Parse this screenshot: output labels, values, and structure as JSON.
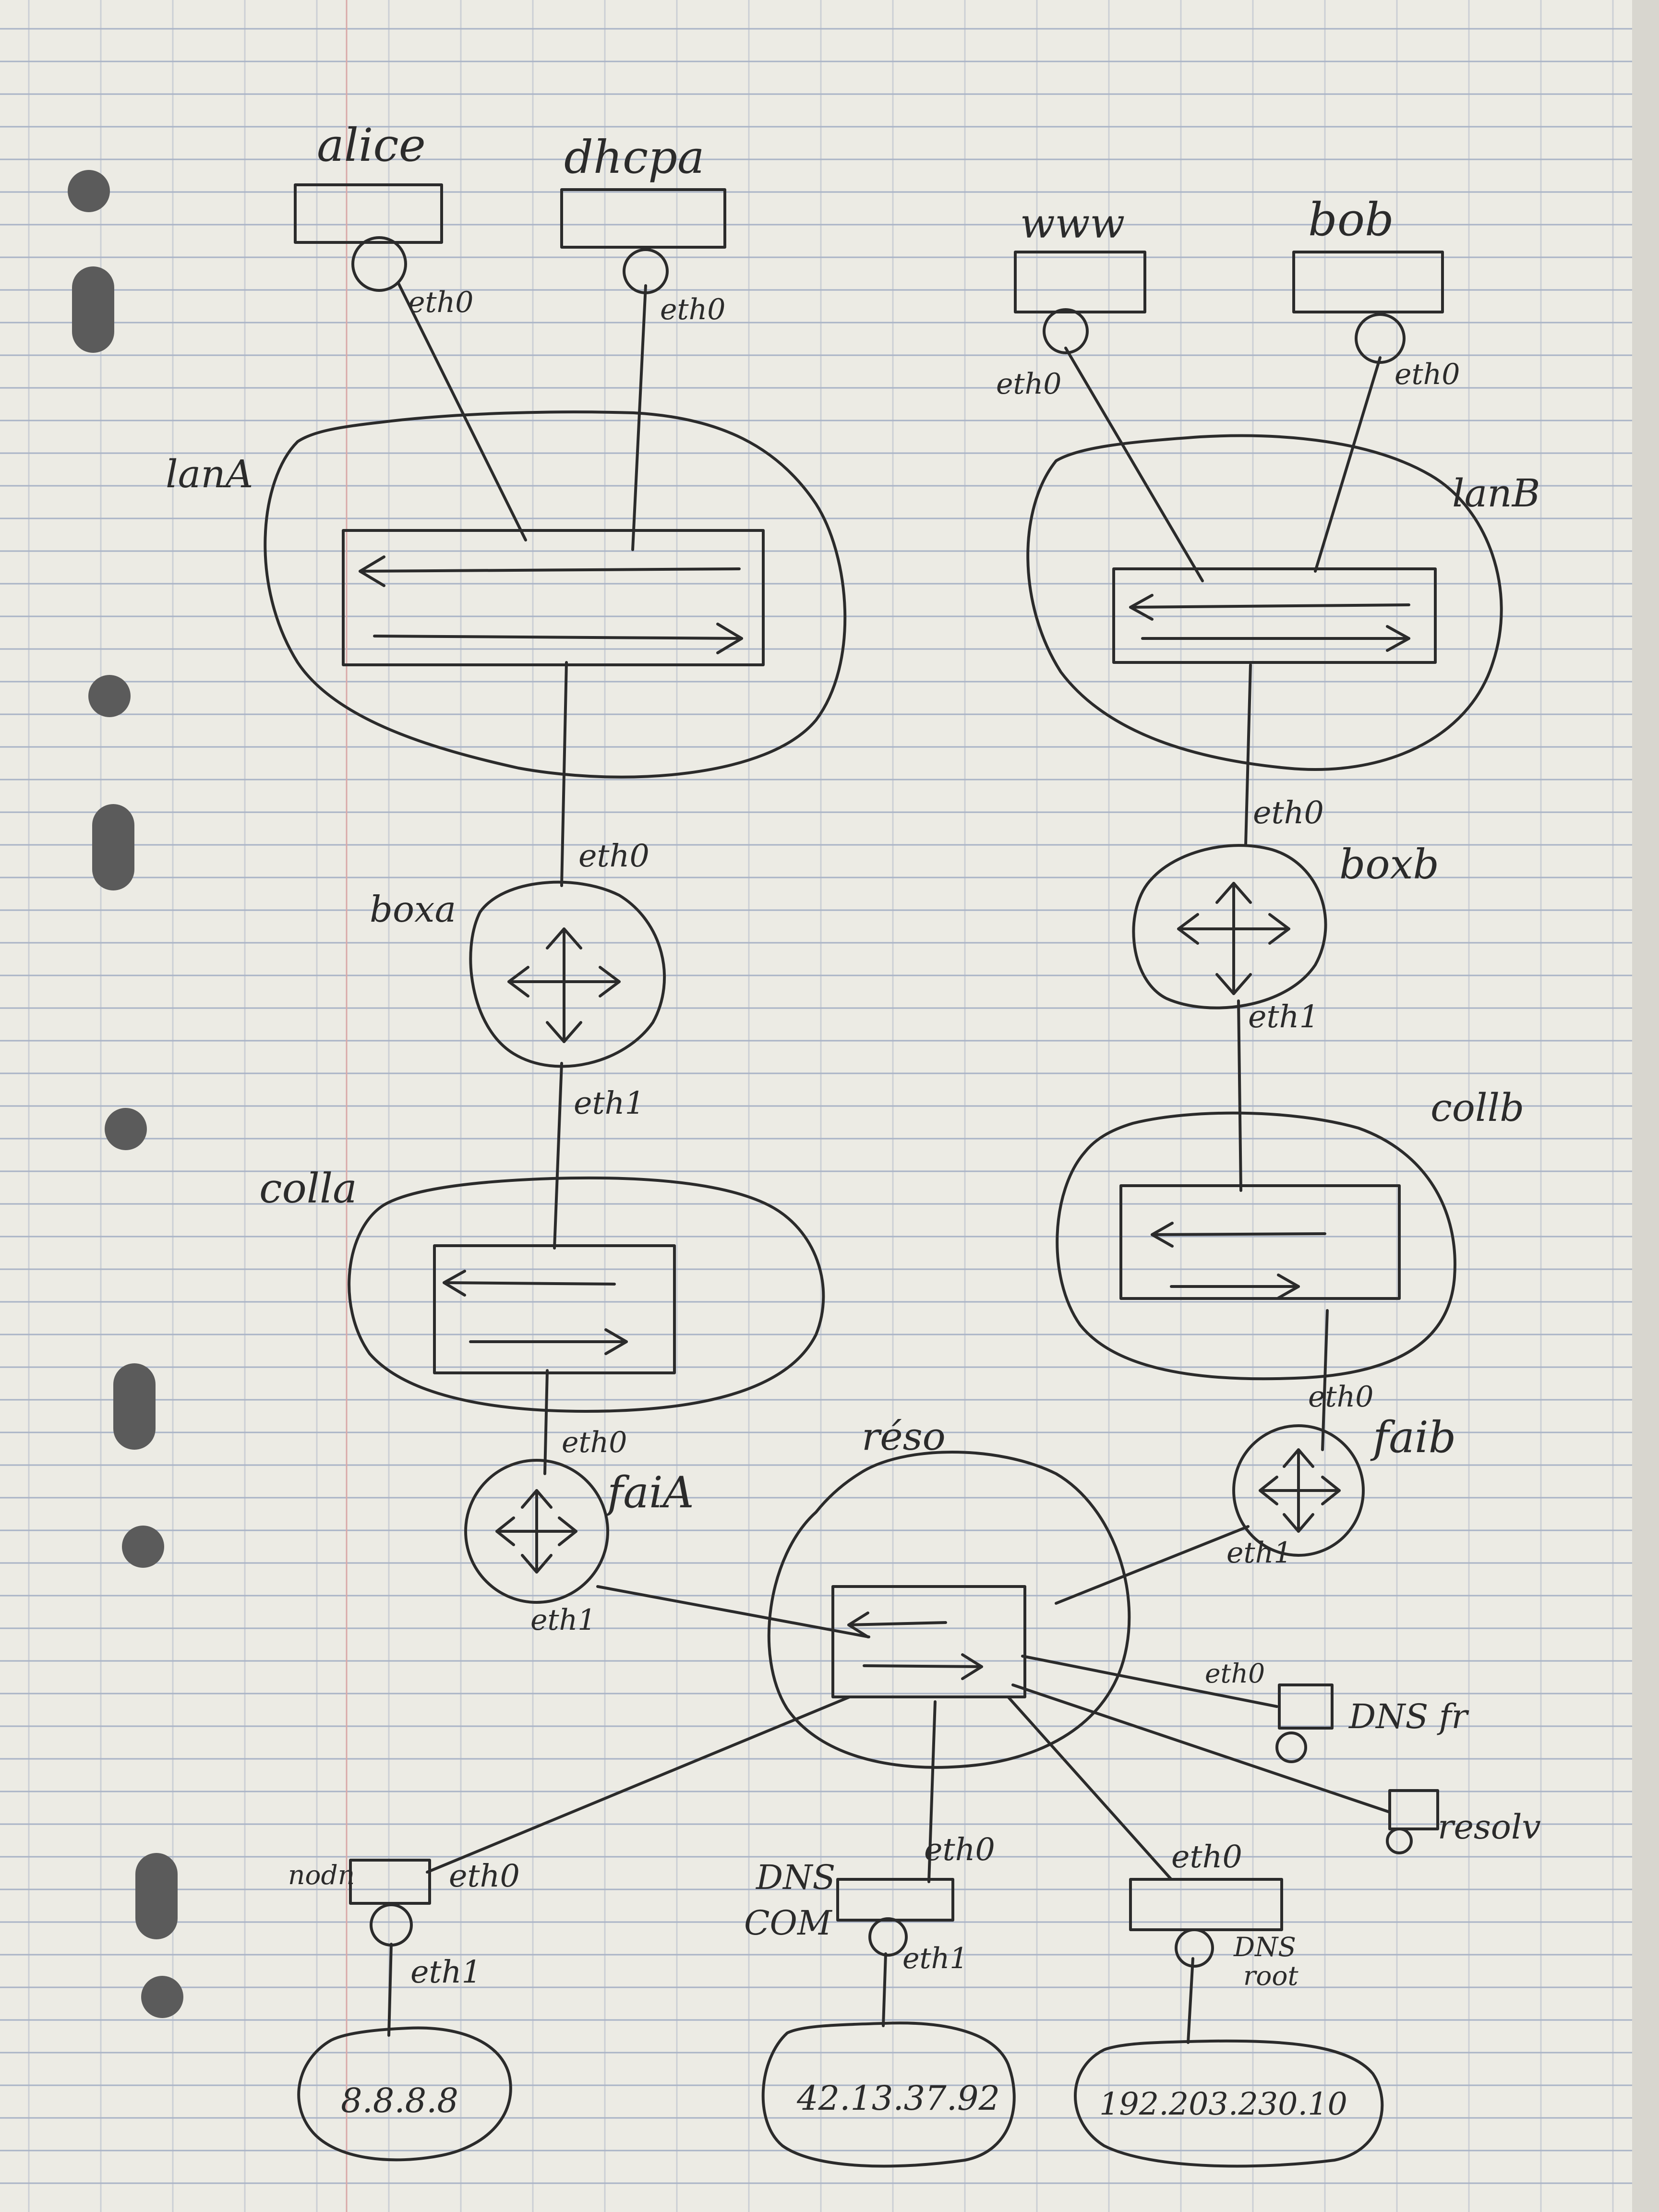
{
  "colors": {
    "paper": "#ecebe4",
    "ruled_line": "#a9b3c6",
    "margin_line": "#d9a8a8",
    "ink": "#2b2b2b",
    "punch_hole": "#5b5b5b"
  },
  "hosts": {
    "alice": {
      "name": "alice",
      "iface": "eth0"
    },
    "dhcpa": {
      "name": "dhcpa",
      "iface": "eth0"
    },
    "www": {
      "name": "www",
      "iface": "eth0"
    },
    "bob": {
      "name": "bob",
      "iface": "eth0"
    },
    "dnsfr": {
      "name": "DNS fr",
      "iface": "eth0"
    },
    "resolv": {
      "name": "resolv"
    },
    "nodn": {
      "name": "nodn",
      "iface_out": "eth0",
      "iface_ext": "eth1"
    },
    "dnscom": {
      "name1": "DNS",
      "name2": "COM",
      "iface_in": "eth0",
      "iface_ext": "eth1"
    },
    "dnsroot": {
      "name1": "DNS",
      "name2": "root",
      "iface_in": "eth0"
    }
  },
  "lans": {
    "lanA": "lanA",
    "lanB": "lanB",
    "colla": "colla",
    "collb": "collb",
    "reseau": "réso"
  },
  "routers": {
    "boxa": {
      "name": "boxa",
      "iface_top": "eth0",
      "iface_bottom": "eth1"
    },
    "boxb": {
      "name": "boxb",
      "iface_top": "eth0",
      "iface_bottom": "eth1"
    },
    "faia": {
      "name": "faiA",
      "iface_top": "eth0",
      "iface_bottom": "eth1"
    },
    "faib": {
      "name": "faib",
      "iface_top": "eth0",
      "iface_bottom": "eth1"
    }
  },
  "clouds": {
    "google": "8.8.8.8",
    "com": "42.13.37.92",
    "root": "192.203.230.10"
  }
}
